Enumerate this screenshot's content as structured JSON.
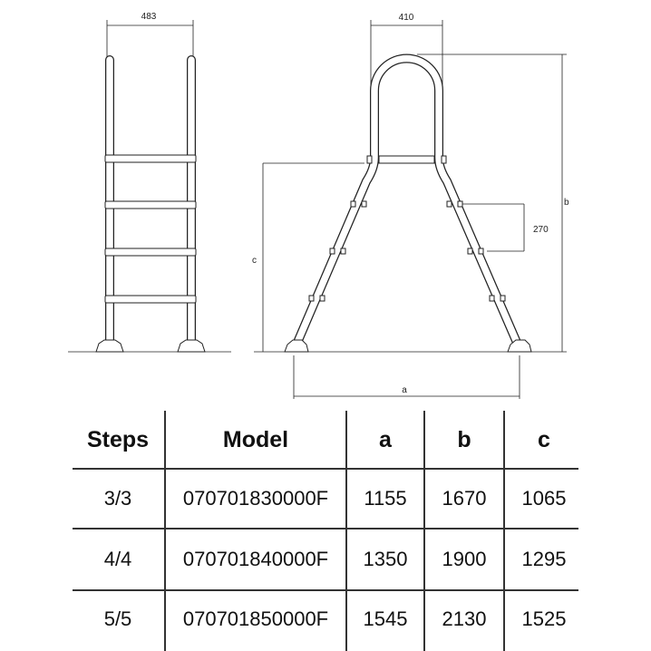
{
  "diagram": {
    "front_view": {
      "width_label": "483"
    },
    "side_view": {
      "top_width_label": "410",
      "step_spacing_label": "270",
      "a_label": "a",
      "b_label": "b",
      "c_label": "c"
    },
    "line_color": "#222222"
  },
  "table": {
    "headers": [
      "Steps",
      "Model",
      "a",
      "b",
      "c"
    ],
    "rows": [
      [
        "3/3",
        "070701830000F",
        "1155",
        "1670",
        "1065"
      ],
      [
        "4/4",
        "070701840000F",
        "1350",
        "1900",
        "1295"
      ],
      [
        "5/5",
        "070701850000F",
        "1545",
        "2130",
        "1525"
      ]
    ]
  }
}
